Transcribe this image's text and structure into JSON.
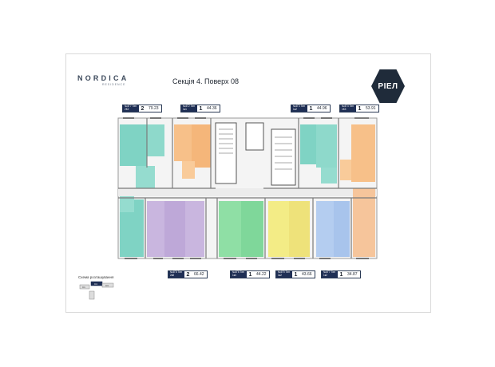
{
  "header": {
    "logo_text": "NORDICA",
    "logo_sub": "RESIDENCE",
    "title": "Секція 4. Поверх 08",
    "brand_text": "РІЕЛ"
  },
  "apartments": [
    {
      "code": "№4Г7\nТип 2К2",
      "rooms": "2",
      "area": "79.23"
    },
    {
      "code": "№4Г2\nТип 1к1",
      "rooms": "1",
      "area": "44.36"
    },
    {
      "code": "№4Г3\nТип 1к2",
      "rooms": "1",
      "area": "44.96"
    },
    {
      "code": "№4Г4\nТип 1К3",
      "rooms": "1",
      "area": "53.91"
    },
    {
      "code": "№4Г8\nТип 2к8",
      "rooms": "2",
      "area": "66.42"
    },
    {
      "code": "№4Г6\nТип 1к4",
      "rooms": "1",
      "area": "44.22"
    },
    {
      "code": "№4Г5\nТип 1к2",
      "rooms": "1",
      "area": "43.66"
    },
    {
      "code": "№4Г7\nТип 1к2",
      "rooms": "1",
      "area": "34.87"
    }
  ],
  "scheme": {
    "label": "Схема розташування",
    "sections": [
      "С1",
      "С4",
      "С3"
    ]
  },
  "colors": {
    "teal": "#7fd3c4",
    "orange": "#f7c089",
    "purple": "#c9b6df",
    "green": "#8fdfa5",
    "yellow": "#f3ec86",
    "blue": "#b4cdf0",
    "peach": "#f6c59b",
    "brand": "#1f2b3a"
  }
}
